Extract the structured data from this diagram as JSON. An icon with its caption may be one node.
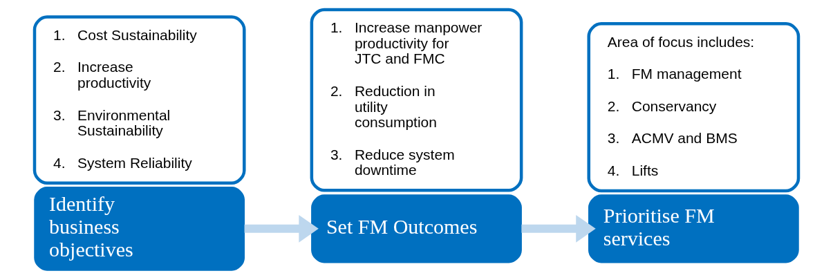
{
  "diagram": {
    "nodes": [
      {
        "text": [
          "Identify business objectives"
        ]
      },
      {
        "text": [
          "1.   Cost Sustainability",
          "2.   Increase productivity",
          "3.   Environmental Sustainability",
          "4.   System Reliability"
        ]
      },
      {
        "text": [
          "Set FM Outcomes"
        ]
      },
      {
        "text": [
          "1.   Increase manpower productivity for JTC and FMC",
          "2.   Reduction in utility consumption",
          "3.   Reduce system downtime"
        ]
      },
      {
        "text": [
          "Prioritise FM services"
        ]
      },
      {
        "text": [
          "Area of focus includes:",
          "1.   FM management",
          "2.   Conservancy",
          "3.   ACMV and BMS",
          "4.   Lifts"
        ]
      }
    ],
    "edges": [
      {
        "from": 0,
        "to": 2,
        "arrow": "to"
      },
      {
        "from": 2,
        "to": 4,
        "arrow": "to"
      }
    ]
  }
}
